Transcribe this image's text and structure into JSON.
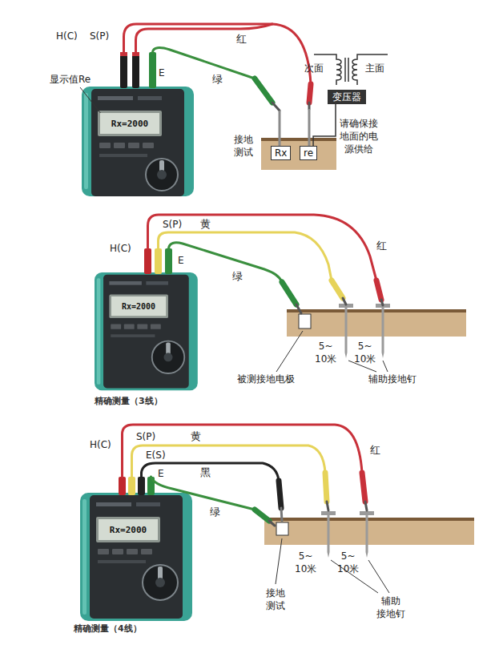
{
  "diagram": {
    "nodes": [
      {
        "text": [
          "Rx=2000"
        ]
      },
      {
        "text": [
          "变压器"
        ]
      },
      {
        "text": [
          "Rx"
        ]
      },
      {
        "text": [
          "re"
        ]
      },
      {
        "text": [
          "Rx=2000"
        ]
      },
      {
        "text": [
          "Rx=2000"
        ]
      }
    ],
    "edges": [
      {
        "from": 1,
        "to": 3,
        "arrow": "none"
      }
    ],
    "labels": [
      "H(C)",
      "S(P)",
      "红",
      "显示值Re",
      "E",
      "绿",
      "次面",
      "主面",
      "接地 测试",
      "请确保接 地面的电 源供给",
      "H(C)",
      "S(P)",
      "黄",
      "红",
      "E",
      "绿",
      "5~ 10米",
      "5~ 10米",
      "被测接地电极",
      "辅助接地钉",
      "精确测量（3线）",
      "H(C)",
      "S(P)",
      "E(S)",
      "黄",
      "红",
      "黑",
      "E",
      "绿",
      "5~ 10米",
      "5~ 10米",
      "接地 测试",
      "辅助 接地钉",
      "精确测量（4线）"
    ]
  }
}
